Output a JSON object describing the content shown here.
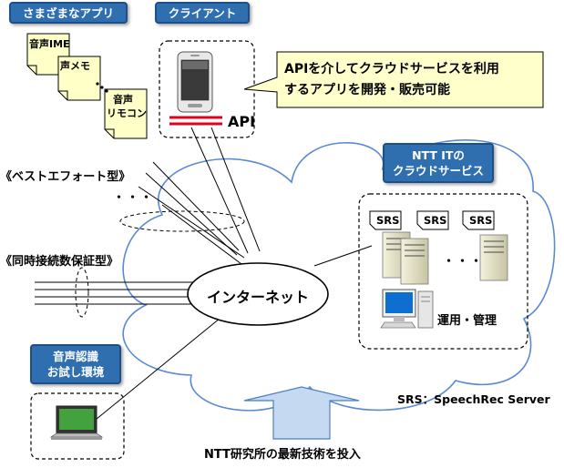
{
  "labels": {
    "apps_title": "さまざまなアプリ",
    "client_title": "クライアント",
    "app_note_1": "音声IME",
    "app_note_2": "声メモ",
    "app_note_3_line1": "音声",
    "app_note_3_line2": "リモコン",
    "api_label": "API",
    "callout_line1": "APIを介してクラウドサービスを利用",
    "callout_line2": "するアプリを開発・販売可能",
    "best_effort": "《ベストエフォート型》",
    "guaranteed": "《同時接続数保証型》",
    "dots_1": "・・・",
    "dots_2": "・・・",
    "internet": "インターネット",
    "cloud_service_line1": "NTT ITの",
    "cloud_service_line2": "クラウドサービス",
    "srs_1": "SRS",
    "srs_2": "SRS",
    "srs_3": "SRS",
    "ops": "運用・管理",
    "trial_line1": "音声認識",
    "trial_line2": "お試し環境",
    "srs_legend": "SRS：SpeechRec Server",
    "bottom_caption": "NTT研究所の最新技術を投入"
  },
  "colors": {
    "label_blue": "#2f6fb0",
    "note_yellow": "#ffffc8",
    "callout_yellow": "#ffffcc",
    "arrow_blue": "#c5d9f1",
    "api_red": "#e0001a"
  }
}
